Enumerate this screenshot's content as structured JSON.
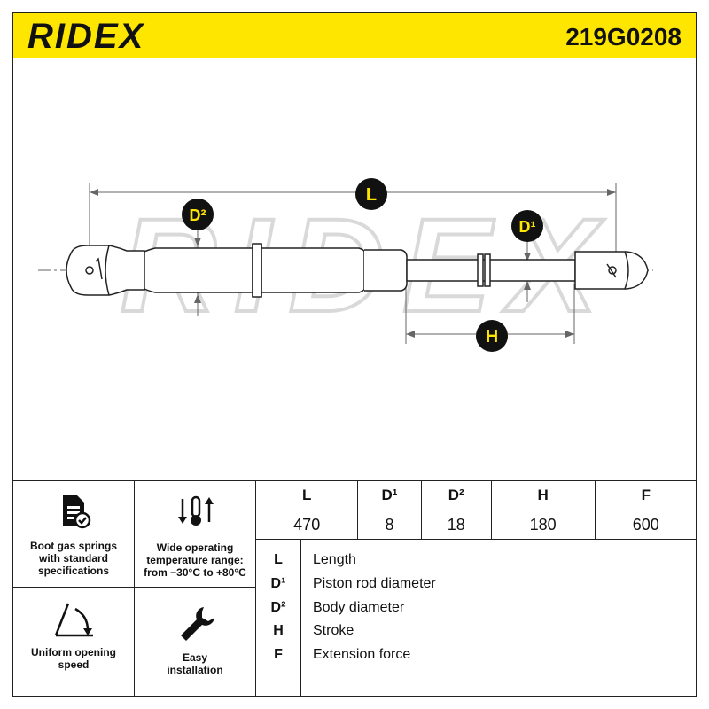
{
  "header": {
    "brand": "RIDEX",
    "part_number": "219G0208",
    "accent_color": "#FFE600"
  },
  "diagram": {
    "watermark": "RIDEX",
    "labels": {
      "L": "L",
      "D2": "D²",
      "D1": "D¹",
      "H": "H"
    }
  },
  "features": [
    {
      "icon": "document-check-icon",
      "text": "Boot gas springs\nwith standard\nspecifications"
    },
    {
      "icon": "thermometer-arrows-icon",
      "text": "Wide operating\ntemperature range:\nfrom −30°C to +80°C"
    },
    {
      "icon": "opening-angle-icon",
      "text": "Uniform opening\nspeed"
    },
    {
      "icon": "wrench-icon",
      "text": "Easy\ninstallation"
    }
  ],
  "spec_table": {
    "headers": [
      "L",
      "D¹",
      "D²",
      "H",
      "F"
    ],
    "values": [
      "470",
      "8",
      "18",
      "180",
      "600"
    ]
  },
  "legend": [
    {
      "symbol": "L",
      "description": "Length"
    },
    {
      "symbol": "D¹",
      "description": "Piston rod diameter"
    },
    {
      "symbol": "D²",
      "description": "Body diameter"
    },
    {
      "symbol": "H",
      "description": "Stroke"
    },
    {
      "symbol": "F",
      "description": "Extension force"
    }
  ]
}
